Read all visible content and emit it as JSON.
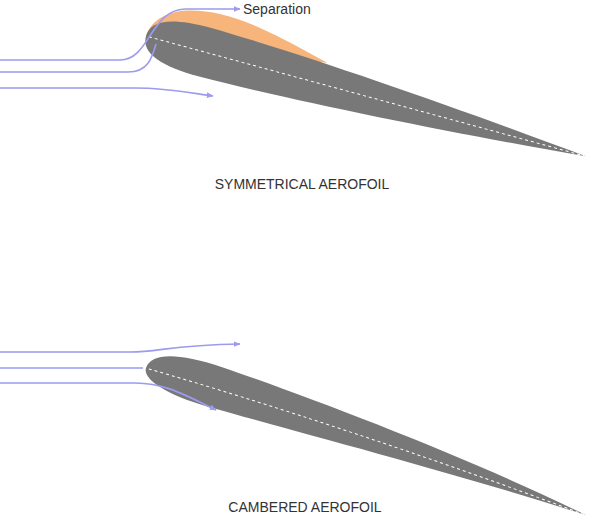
{
  "diagram": {
    "labels": [
      "Separation",
      "SYMMETRICAL AEROFOIL",
      "CAMBERED AEROFOIL"
    ]
  }
}
